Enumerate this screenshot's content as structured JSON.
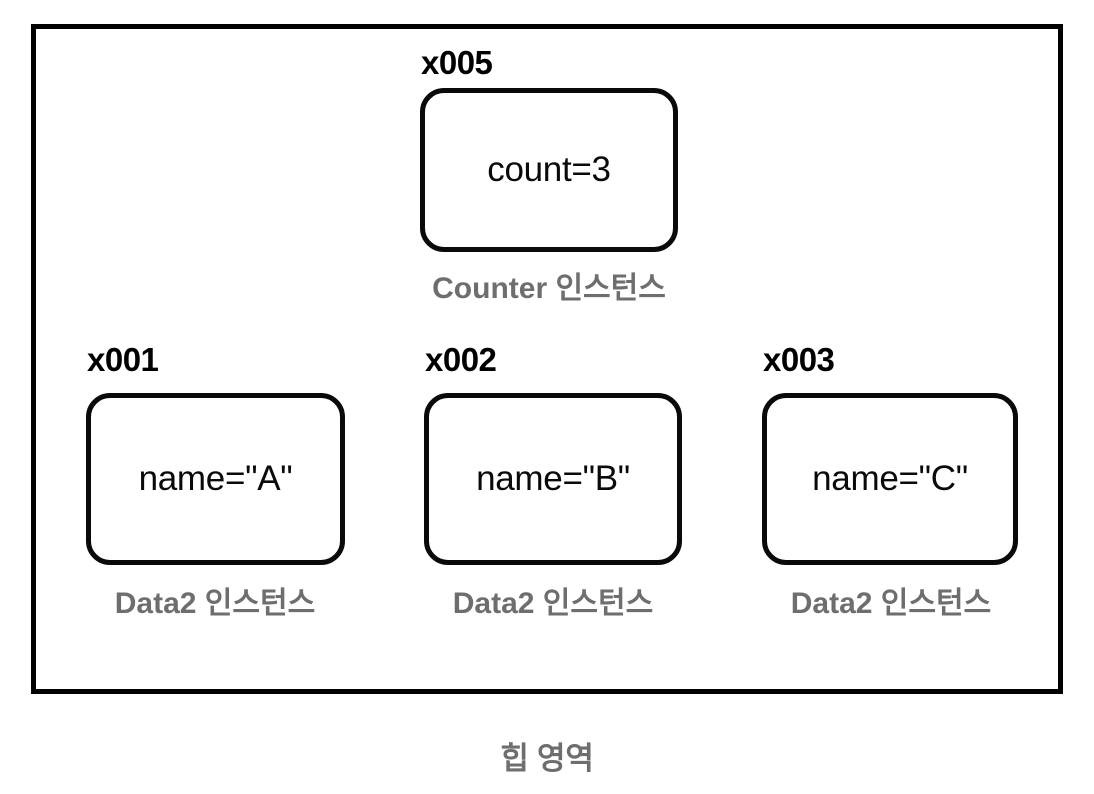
{
  "diagram": {
    "region_caption": "힙 영역",
    "frame_border_color": "#000000",
    "object_border_color": "#0a0a0a",
    "value_text_color": "#0a0a0a",
    "address_text_color": "#000000",
    "caption_text_color": "#6e6e6e",
    "background_color": "#ffffff"
  },
  "objects": [
    {
      "address": "x005",
      "value": "count=3",
      "type_caption": "Counter 인스턴스",
      "row": "top"
    },
    {
      "address": "x001",
      "value": "name=\"A\"",
      "type_caption": "Data2 인스턴스",
      "row": "bottom"
    },
    {
      "address": "x002",
      "value": "name=\"B\"",
      "type_caption": "Data2 인스턴스",
      "row": "bottom"
    },
    {
      "address": "x003",
      "value": "name=\"C\"",
      "type_caption": "Data2 인스턴스",
      "row": "bottom"
    }
  ]
}
